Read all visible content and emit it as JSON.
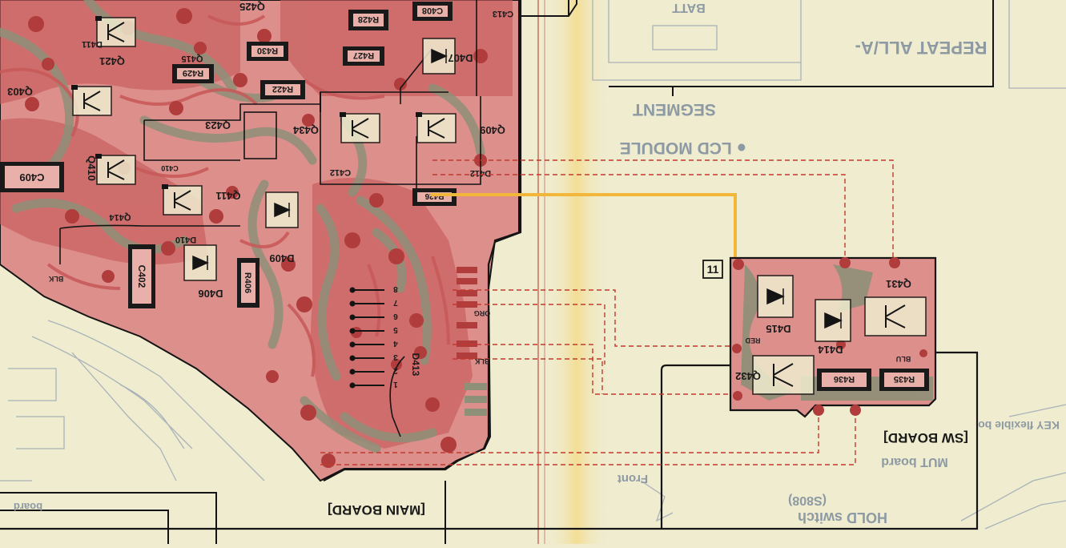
{
  "colors": {
    "paper": "#efeccf",
    "copper": "#c85a5a",
    "copper_light": "#dd8f8c",
    "pad": "#b03c3c",
    "trace_dark": "#8e9078",
    "ink": "#141414",
    "faint_ink": "#8d9aa4",
    "highlight": "#f2b63a",
    "fold_band": "#f4dc8e"
  },
  "boards": {
    "main": {
      "label": "[MAIN BOARD]"
    },
    "sw": {
      "label": "[SW BOARD]",
      "marker": "11"
    }
  },
  "main_components": [
    {
      "ref": "Q425"
    },
    {
      "ref": "Q421"
    },
    {
      "ref": "Q415"
    },
    {
      "ref": "R428"
    },
    {
      "ref": "R427"
    },
    {
      "ref": "R430"
    },
    {
      "ref": "R429"
    },
    {
      "ref": "R422"
    },
    {
      "ref": "Q403"
    },
    {
      "ref": "D411"
    },
    {
      "ref": "Q423"
    },
    {
      "ref": "Q434"
    },
    {
      "ref": "Q409"
    },
    {
      "ref": "D407"
    },
    {
      "ref": "C408"
    },
    {
      "ref": "C413"
    },
    {
      "ref": "C409"
    },
    {
      "ref": "Q410"
    },
    {
      "ref": "C410"
    },
    {
      "ref": "Q411"
    },
    {
      "ref": "D409"
    },
    {
      "ref": "C402"
    },
    {
      "ref": "D406"
    },
    {
      "ref": "R406"
    },
    {
      "ref": "D413"
    },
    {
      "ref": "D412"
    },
    {
      "ref": "Q414"
    },
    {
      "ref": "R426"
    },
    {
      "ref": "C412"
    },
    {
      "ref": "D410"
    }
  ],
  "sw_components": [
    {
      "ref": "Q431"
    },
    {
      "ref": "D415"
    },
    {
      "ref": "D414"
    },
    {
      "ref": "Q432"
    },
    {
      "ref": "R436"
    },
    {
      "ref": "R435"
    }
  ],
  "connector": {
    "pins": [
      "8",
      "7",
      "6",
      "5",
      "4",
      "3",
      "2",
      "1"
    ]
  },
  "wire_labels": {
    "org": "ORG",
    "blk": "BLK",
    "blk_left": "BLK",
    "red": "RED",
    "blu": "BLU"
  },
  "faint_labels": {
    "repeat": "REPEAT ALL/A-",
    "batt": "BATT",
    "segment": "SEGMENT",
    "lcd_module": "● LCD MODULE",
    "front": "Front",
    "hold_switch": "HOLD switch",
    "s808": "(S808)",
    "mut_board": "MUT board",
    "flexible": "KEY flexible bo",
    "board_left": "board"
  }
}
